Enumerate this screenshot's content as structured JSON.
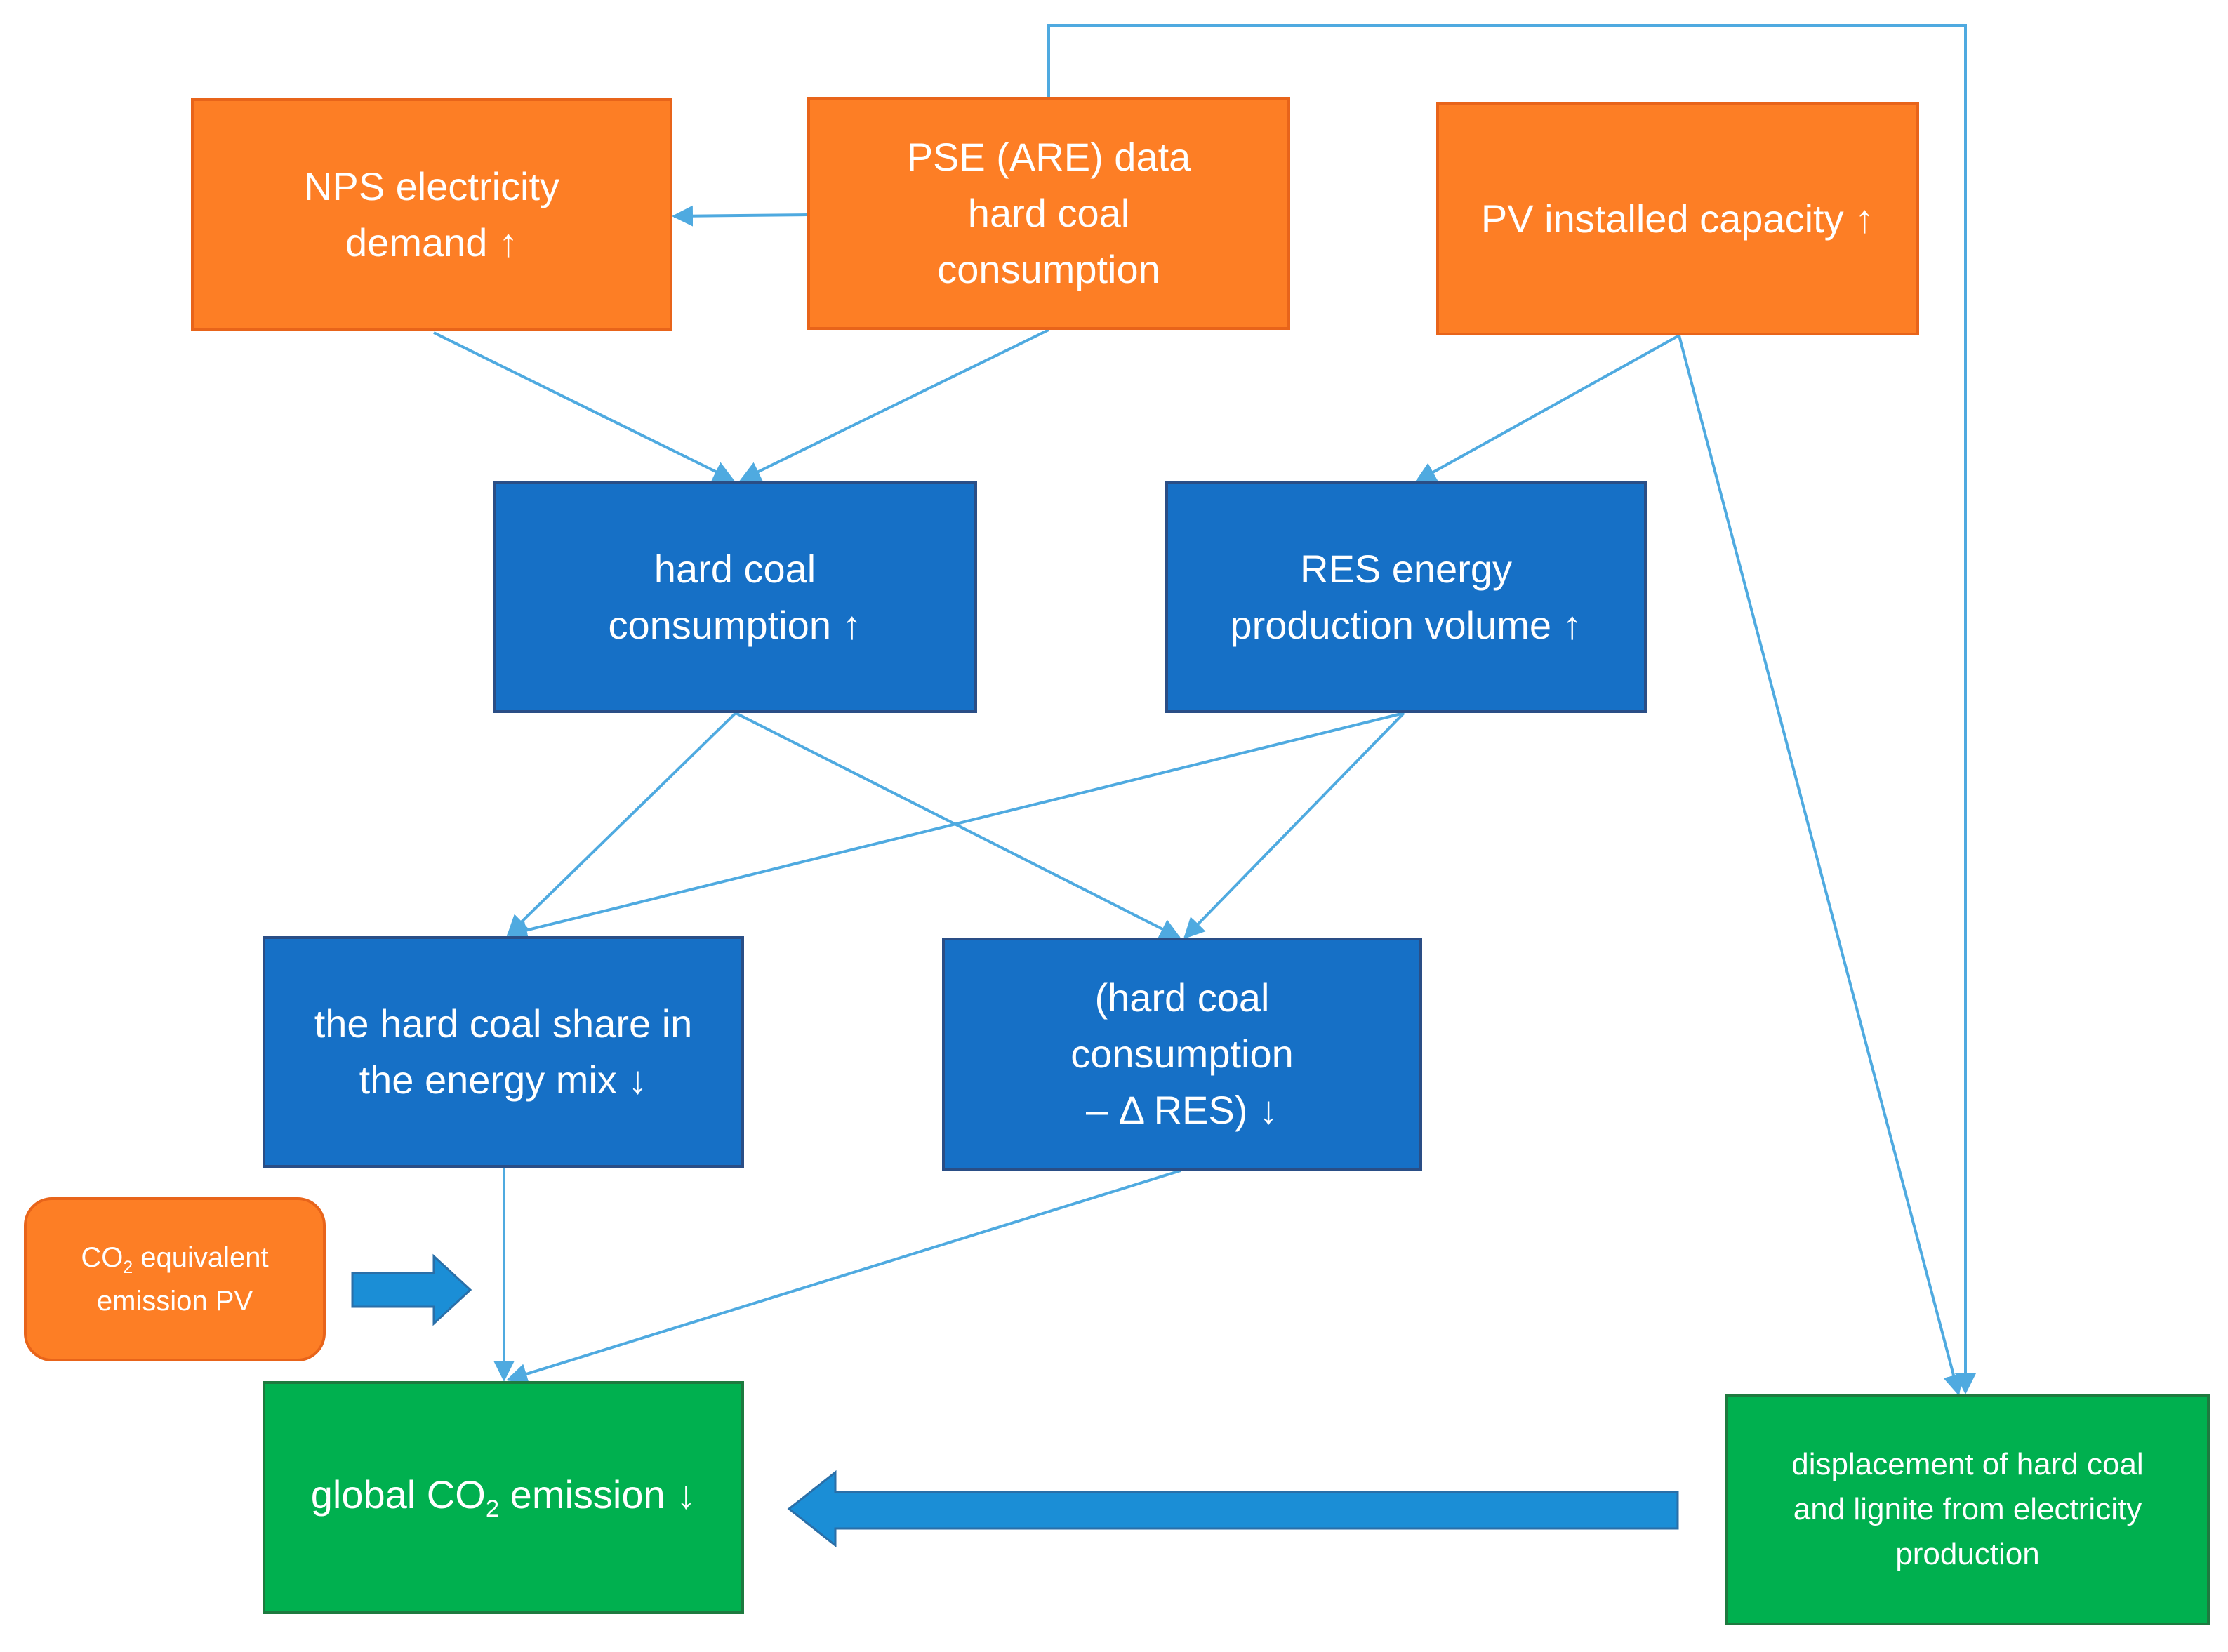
{
  "colors": {
    "orange": "#FD7E25",
    "blue": "#1670C6",
    "green": "#00B04F",
    "connector": "#4FAAE0",
    "big_arrow": "#1B8ED6"
  },
  "nodes": {
    "nps_demand": {
      "text": "NPS electricity\ndemand  ↑"
    },
    "pse_data": {
      "text": "PSE (ARE) data\nhard coal\nconsumption"
    },
    "pv_capacity": {
      "text": "PV installed capacity ↑"
    },
    "hard_coal_consumption": {
      "text": "hard coal\nconsumption ↑"
    },
    "res_production": {
      "text": "RES energy\nproduction volume ↑"
    },
    "hard_coal_share": {
      "text": "the hard coal share in\nthe energy mix ↓"
    },
    "coal_minus_res": {
      "text": "(hard coal\nconsumption\n– Δ RES) ↓"
    },
    "co2_pv": {
      "co2_prefix": "CO",
      "co2_sub": "2",
      "co2_suffix": " equivalent",
      "line2": "emission PV"
    },
    "global_co2": {
      "prefix": "global CO",
      "sub": "2",
      "suffix": " emission ↓"
    },
    "displacement": {
      "text": "displacement of hard coal\nand lignite  from electricity\nproduction"
    }
  }
}
